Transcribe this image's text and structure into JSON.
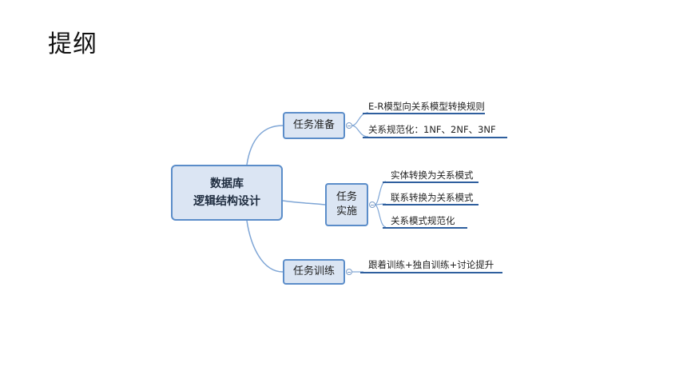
{
  "slide": {
    "title": "提纲"
  },
  "mindmap": {
    "root": {
      "line1": "数据库",
      "line2": "逻辑结构设计"
    },
    "branches": [
      {
        "label": "任务准备",
        "children": [
          "E-R模型向关系模型转换规则",
          "关系规范化：1NF、2NF、3NF"
        ]
      },
      {
        "label_line1": "任务",
        "label_line2": "实施",
        "children": [
          "实体转换为关系模式",
          "联系转换为关系模式",
          "关系模式规范化"
        ]
      },
      {
        "label": "任务训练",
        "children": [
          "跟着训练+独自训练+讨论提升"
        ]
      }
    ],
    "colors": {
      "node_fill": "#dbe5f3",
      "node_border": "#5b8dc9",
      "connector": "#7fa6d6",
      "underline": "#2f5f9e"
    }
  }
}
